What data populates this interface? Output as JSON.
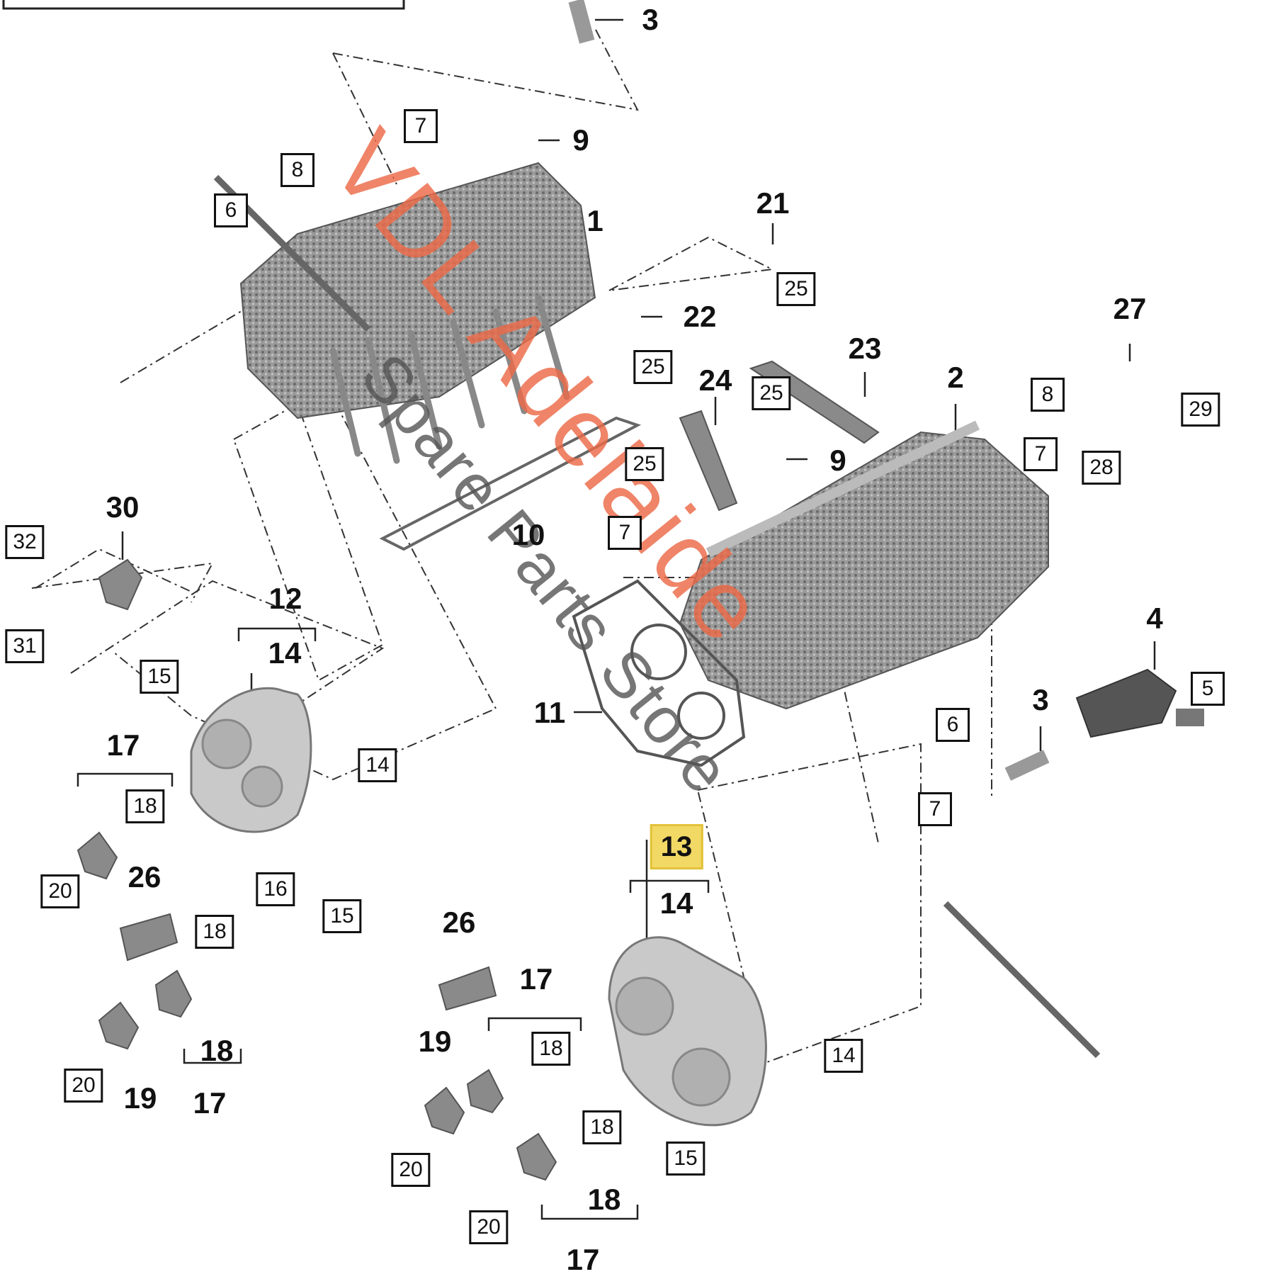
{
  "watermark": {
    "brand": "VDL Adelaide",
    "tagline": "Spare Parts Store",
    "brand_color": "#ec6a48",
    "bar_color": "#666666"
  },
  "highlight": {
    "color": "#f2d864",
    "part": "13"
  },
  "callouts": {
    "c3a": "3",
    "c7a": "7",
    "c9a": "9",
    "c1": "1",
    "c8a": "8",
    "c6a": "6",
    "c21": "21",
    "c25a": "25",
    "c22": "22",
    "c25b": "25",
    "c24": "24",
    "c25c": "25",
    "c23": "23",
    "c2": "2",
    "c8b": "8",
    "c27": "27",
    "c29": "29",
    "c7b": "7",
    "c28": "28",
    "c25d": "25",
    "c9b": "9",
    "c10": "10",
    "c7c": "7",
    "c30": "30",
    "c32": "32",
    "c31": "31",
    "c12": "12",
    "c14a": "14",
    "c15a": "15",
    "c11": "11",
    "c4": "4",
    "c5": "5",
    "c3b": "3",
    "c6b": "6",
    "c7d": "7",
    "c17a": "17",
    "c18a": "18",
    "c14b": "14",
    "c20a": "20",
    "c26a": "26",
    "c16": "16",
    "c15b": "15",
    "c18b": "18",
    "c13": "13",
    "c14c": "14",
    "c26b": "26",
    "c17b": "17",
    "c19a": "19",
    "c18c": "18",
    "c14d": "14",
    "c20b": "20",
    "c19b": "19",
    "c18d": "18",
    "c17c": "17",
    "c18e": "18",
    "c20c": "20",
    "c15c": "15",
    "c18f": "18",
    "c20d": "20",
    "c17d": "17"
  },
  "parts": [
    "cylinder-head-left",
    "cylinder-head-right",
    "head-gasket",
    "valve-cover-gasket",
    "camshaft-housing-left",
    "camshaft-housing-right",
    "ignition-coil",
    "spark-plug"
  ]
}
